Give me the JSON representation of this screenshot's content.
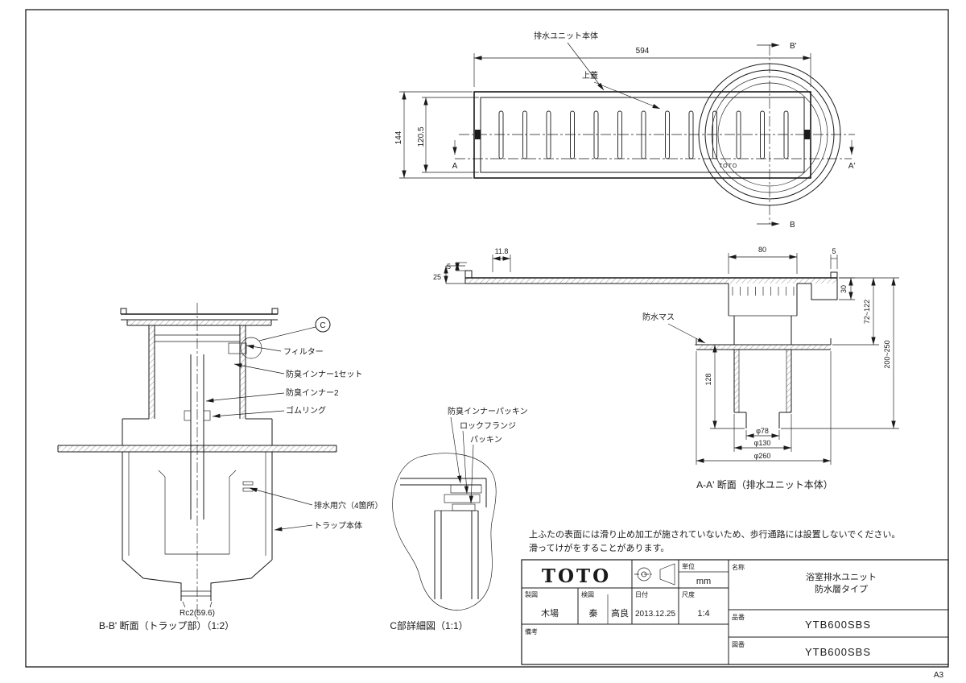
{
  "sheet": {
    "size_label": "A3"
  },
  "top_view": {
    "label_unit_body": "排水ユニット本体",
    "label_top_lid": "上蓋",
    "dim_594": "594",
    "dim_144": "144",
    "dim_120_5": "120.5",
    "marker_a": "A",
    "marker_a_prime": "A'",
    "marker_b": "B",
    "marker_b_prime": "B'",
    "grate_brand": "TOTO"
  },
  "section_aa": {
    "caption": "A-A' 断面（排水ユニット本体）",
    "label_waterproof_masu": "防水マス",
    "dim_11_8": "11.8",
    "dim_5_left": "5",
    "dim_25": "25",
    "dim_80": "80",
    "dim_5_right": "5",
    "dim_30": "30",
    "dim_72_122": "72~122",
    "dim_200_250": "200~250",
    "dim_128": "128",
    "dim_d78": "φ78",
    "dim_d130": "φ130",
    "dim_d260": "φ260"
  },
  "section_bb": {
    "caption": "B-B' 断面（トラップ部）（1:2）",
    "balloon_c": "C",
    "label_filter": "フィルター",
    "label_inner1": "防臭インナー1セット",
    "label_inner2": "防臭インナー2",
    "label_rubber_ring": "ゴムリング",
    "label_drain_holes": "排水用穴（4箇所）",
    "label_trap_body": "トラップ本体",
    "dim_rc2": "Rc2(59.6)"
  },
  "detail_c": {
    "caption": "C部詳細図（1:1）",
    "label_inner_packing": "防臭インナーパッキン",
    "label_lock_flange": "ロックフランジ",
    "label_packing": "パッキン"
  },
  "note": {
    "line1": "上ふたの表面には滑り止め加工が施されていないため、歩行通路には設置しないでください。",
    "line2": "滑ってけがをすることがあります。"
  },
  "title_block": {
    "brand": "TOTO",
    "unit_label": "単位",
    "unit_value": "mm",
    "drafted_label": "製図",
    "drafted_value": "木場",
    "checked_label": "検図",
    "checked_value1": "秦",
    "checked_value2": "高良",
    "date_label": "日付",
    "date_value": "2013.12.25",
    "scale_label": "尺度",
    "scale_value": "1:4",
    "name_label": "名称",
    "name_line1": "浴室排水ユニット",
    "name_line2": "防水層タイプ",
    "part_no_label": "品番",
    "part_no_value": "YTB600SBS",
    "drawing_no_label": "図番",
    "drawing_no_value": "YTB600SBS",
    "remarks_label": "備考"
  }
}
